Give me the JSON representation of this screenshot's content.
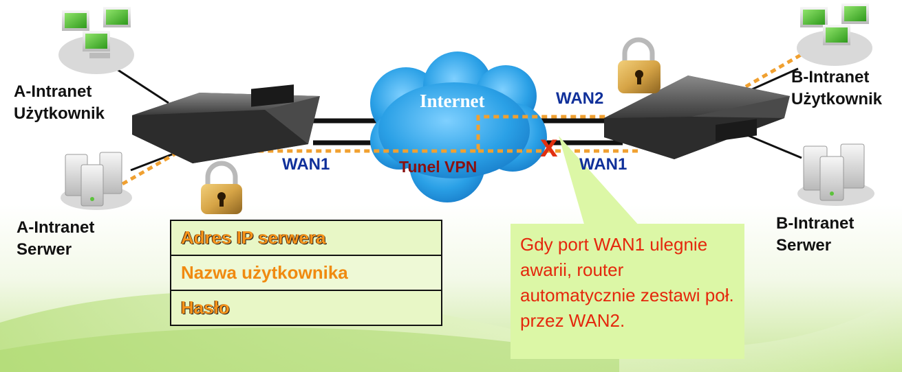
{
  "labels": {
    "a_intranet_user": [
      "A-Intranet",
      "Użytkownik"
    ],
    "a_intranet_server": [
      "A-Intranet",
      "Serwer"
    ],
    "b_intranet_user": [
      "B-Intranet",
      "Użytkownik"
    ],
    "b_intranet_server": [
      "B-Intranet",
      "Serwer"
    ]
  },
  "network": {
    "cloud_label": "Internet",
    "tunnel_label": "Tunel VPN",
    "wan1_left": "WAN1",
    "wan1_right": "WAN1",
    "wan2": "WAN2",
    "failure_mark": "x"
  },
  "credentials": {
    "rows": [
      "Adres IP serwera",
      "Nazwa użytkownika",
      "Hasło"
    ]
  },
  "note": {
    "text": "Gdy port WAN1 ulegnie awarii, router automatycznie zestawi poł. przez WAN2."
  },
  "colors": {
    "wan_label": "#10309a",
    "tunnel_dash": "#f0a030",
    "note_text": "#e4270c",
    "cloud": "#2aa0e6"
  }
}
